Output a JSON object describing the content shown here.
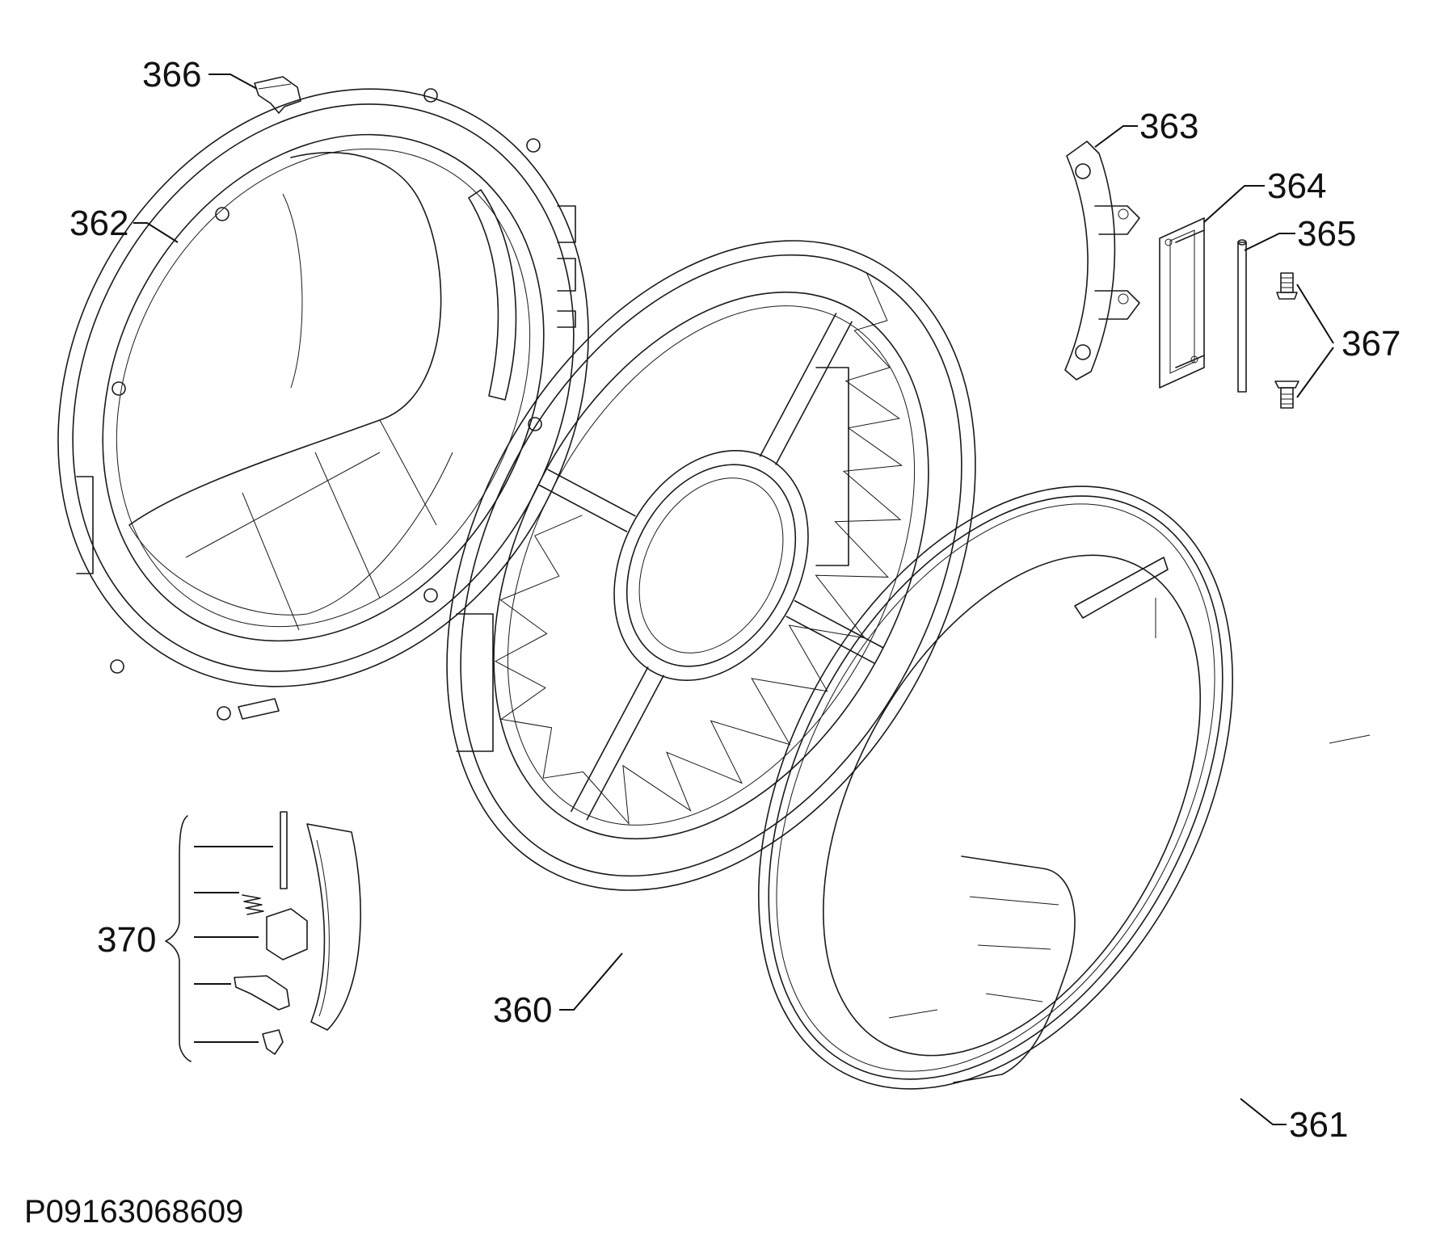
{
  "diagram": {
    "document_code": "P09163068609",
    "callouts": {
      "c366": "366",
      "c362": "362",
      "c363": "363",
      "c364": "364",
      "c365": "365",
      "c367": "367",
      "c370": "370",
      "c360": "360",
      "c361": "361"
    },
    "icons": {
      "door_inner_frame": "inner-door-frame-icon",
      "door_carrier": "door-carrier-frame-icon",
      "door_outer_ring": "outer-door-ring-icon",
      "hinge": "hinge-icon",
      "hinge_plate": "hinge-plate-icon",
      "hinge_pin": "hinge-pin-icon",
      "screws": "screw-icon",
      "latch": "latch-icon",
      "handle_kit": "door-handle-kit-icon"
    },
    "colors": {
      "line": "#1a1a1a",
      "background": "#ffffff"
    }
  }
}
